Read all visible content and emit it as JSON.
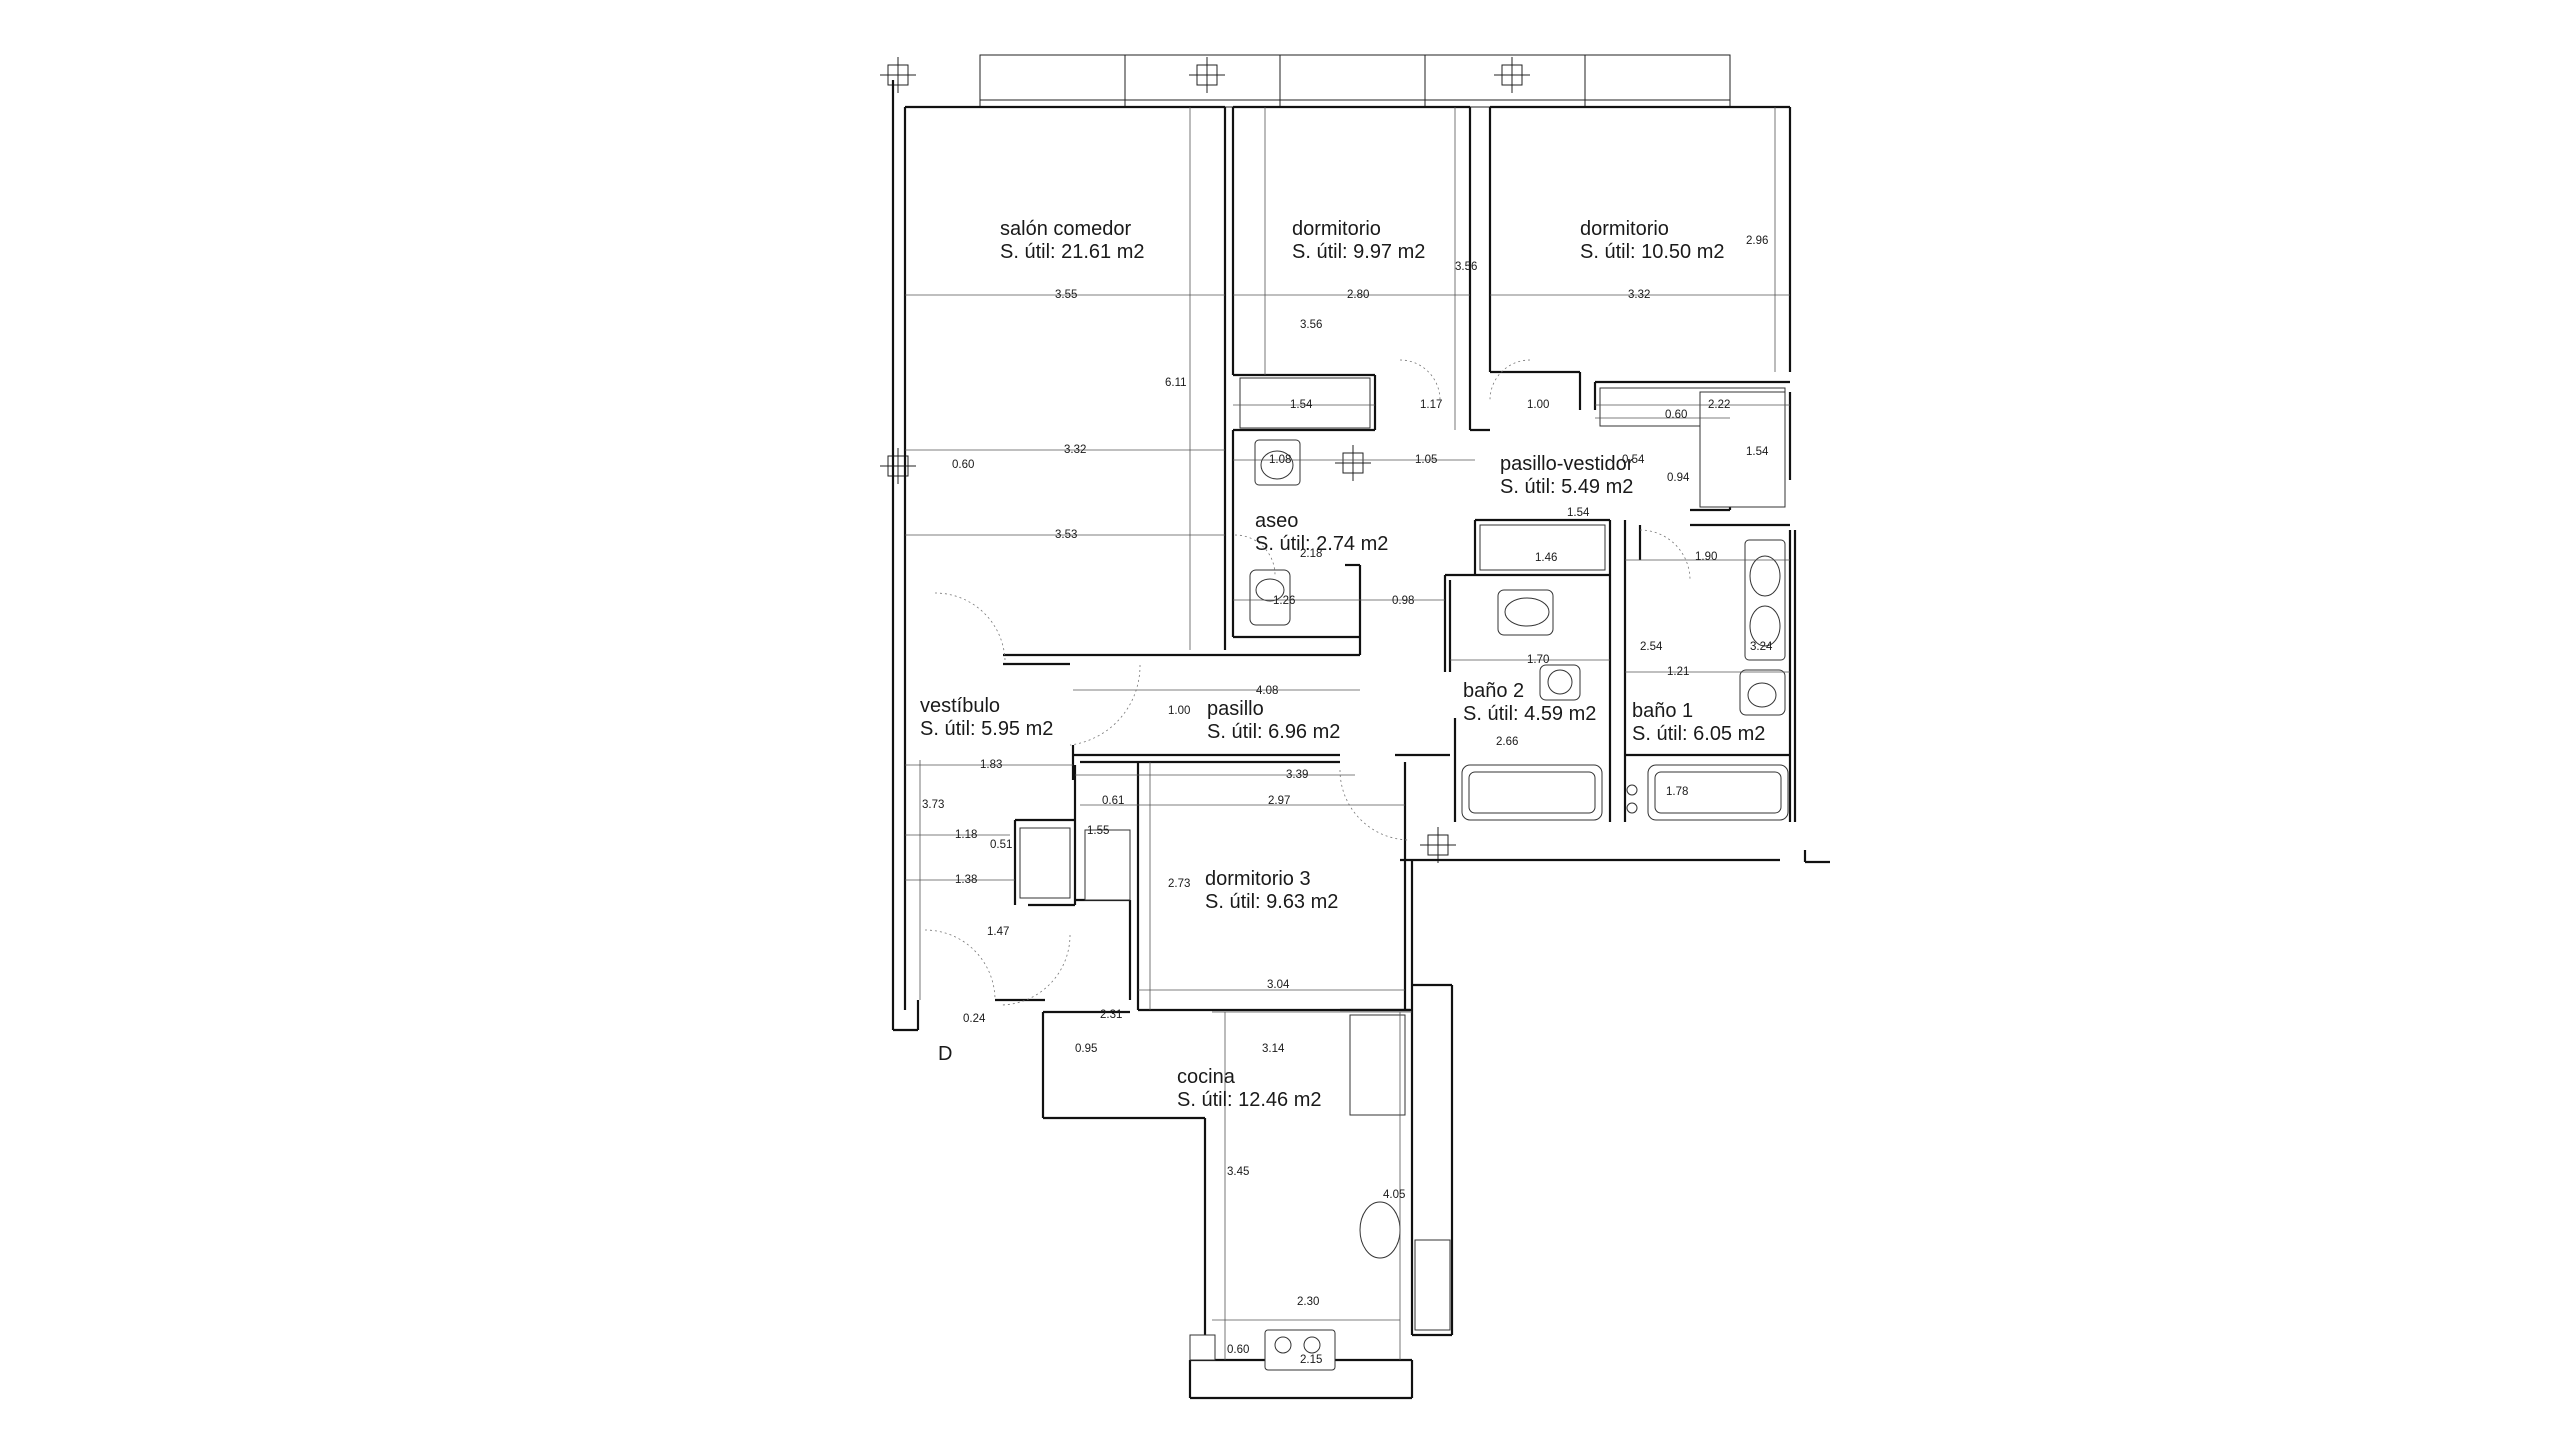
{
  "rooms": {
    "salon": {
      "name": "salón comedor",
      "area": "S. útil: 21.61 m2"
    },
    "dorm_a": {
      "name": "dormitorio",
      "area": "S. útil: 9.97 m2"
    },
    "dorm_b": {
      "name": "dormitorio",
      "area": "S. útil: 10.50 m2"
    },
    "aseo": {
      "name": "aseo",
      "area": "S. útil: 2.74 m2"
    },
    "pasillo_vestidor": {
      "name": "pasillo-vestidor",
      "area": "S. útil: 5.49 m2"
    },
    "vestibulo": {
      "name": "vestíbulo",
      "area": "S. útil: 5.95 m2"
    },
    "pasillo": {
      "name": "pasillo",
      "area": "S. útil: 6.96 m2"
    },
    "bano2": {
      "name": "baño 2",
      "area": "S. útil: 4.59 m2"
    },
    "bano1": {
      "name": "baño 1",
      "area": "S. útil: 6.05 m2"
    },
    "dorm3": {
      "name": "dormitorio 3",
      "area": "S. útil: 9.63 m2"
    },
    "cocina": {
      "name": "cocina",
      "area": "S. útil: 12.46 m2"
    }
  },
  "entrance_mark": "D",
  "dims": {
    "salon_w": "3.55",
    "salon_h": "6.11",
    "salon_w2": "3.32",
    "salon_w3": "3.53",
    "salon_gap": "0.60",
    "dorm_a_w": "2.80",
    "dorm_a_h": "3.56",
    "dorm_a_h2": "3.56",
    "dorm_b_w": "3.32",
    "dorm_b_h": "2.96",
    "closet_a": "1.54",
    "door_a": "1.17",
    "door_b": "1.00",
    "closet_b": "2.22",
    "closet_b2": "0.60",
    "closet_b3": "1.54",
    "aseo_w": "1.08",
    "aseo_door": "1.05",
    "aseo_h": "2.18",
    "aseo_w2": "1.26",
    "aseo_gap": "0.98",
    "pv_w": "1.54",
    "pv_a": "0.94",
    "pv_b": "1.46",
    "pv_c": "0.54",
    "b1_a": "1.90",
    "b1_h": "2.54",
    "b1_b": "3.24",
    "b1_w": "1.21",
    "b1_tub": "1.78",
    "b2_w": "1.70",
    "b2_h": "2.66",
    "pasillo_w": "4.08",
    "pasillo_h": "1.00",
    "pasillo_w2": "3.39",
    "vest_w": "1.83",
    "vest_h": "3.73",
    "vest_a": "1.18",
    "vest_b": "0.51",
    "vest_c": "1.38",
    "vest_d": "1.47",
    "vest_e": "0.24",
    "d3_a": "0.61",
    "d3_w": "2.97",
    "d3_b": "1.55",
    "d3_h": "2.73",
    "d3_w2": "3.04",
    "k_a": "2.31",
    "k_b": "0.95",
    "k_w": "3.14",
    "k_h": "3.45",
    "k_h2": "4.05",
    "k_w2": "2.30",
    "k_c": "0.60",
    "k_w3": "2.15"
  }
}
